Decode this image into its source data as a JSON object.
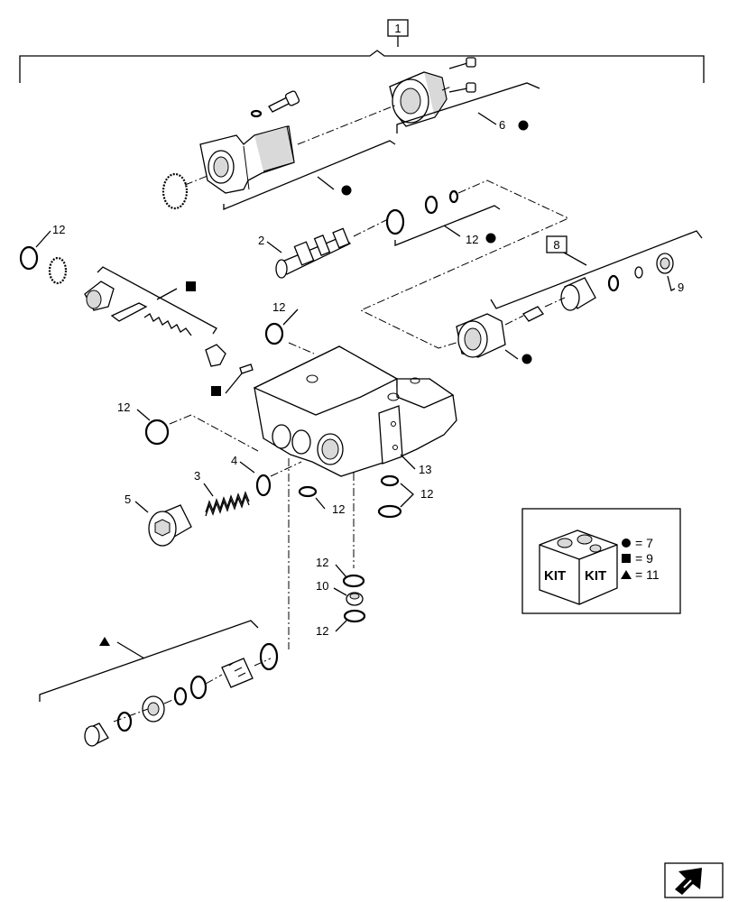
{
  "callouts": {
    "kit_1": "1",
    "kit_6": "6",
    "kit_8": "8",
    "part_2": "2",
    "part_3": "3",
    "part_4": "4",
    "part_5": "5",
    "part_9": "9",
    "part_10": "10",
    "part_12": "12",
    "part_13": "13"
  },
  "legend": {
    "kit_word": "KIT",
    "items": [
      {
        "symbol": "circle",
        "text": "= 7"
      },
      {
        "symbol": "square",
        "text": "= 9"
      },
      {
        "symbol": "triangle",
        "text": "= 11"
      }
    ]
  },
  "navigation": {
    "icon": "next-page-arrow-icon"
  }
}
